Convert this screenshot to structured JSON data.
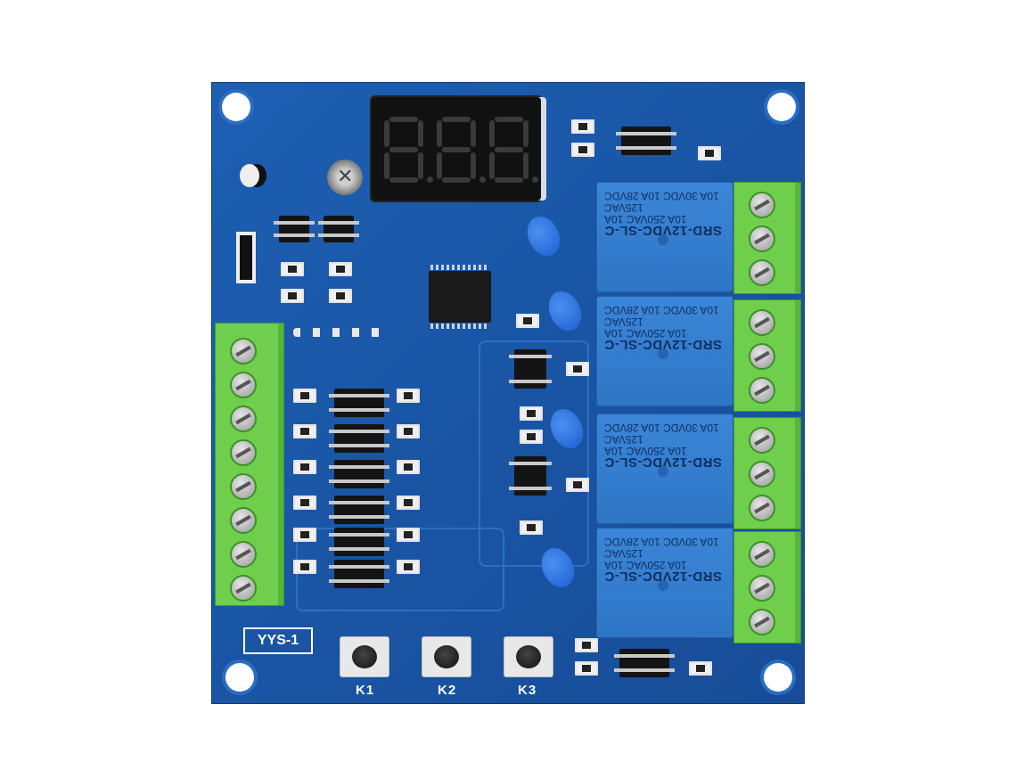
{
  "board": {
    "label": "YYS-1",
    "display_digits": [
      "8.",
      "8.",
      "8."
    ]
  },
  "relays": [
    {
      "title": "SRD-12VDC-SL-C",
      "ratings": [
        "10A 250VAC 10A 125VAC",
        "10A 30VDC 10A 28VDC"
      ]
    },
    {
      "title": "SRD-12VDC-SL-C",
      "ratings": [
        "10A 250VAC 10A 125VAC",
        "10A 30VDC 10A 28VDC"
      ]
    },
    {
      "title": "SRD-12VDC-SL-C",
      "ratings": [
        "10A 250VAC 10A 125VAC",
        "10A 30VDC 10A 28VDC"
      ]
    },
    {
      "title": "SRD-12VDC-SL-C",
      "ratings": [
        "10A 250VAC 10A 125VAC",
        "10A 30VDC 10A 28VDC"
      ]
    }
  ],
  "buttons": [
    {
      "label": "K1"
    },
    {
      "label": "K2"
    },
    {
      "label": "K3"
    }
  ],
  "colors": {
    "pcb": "#1a56a6",
    "relay": "#2f75c6",
    "terminal": "#6fcf4c"
  }
}
